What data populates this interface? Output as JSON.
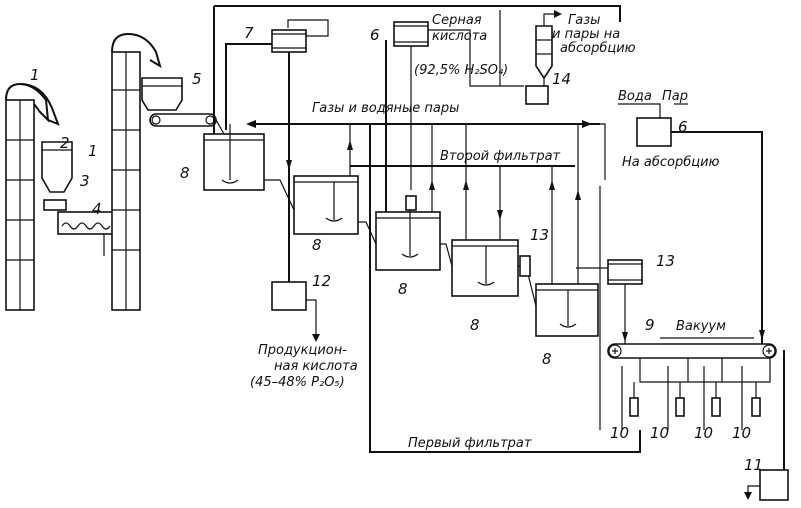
{
  "labels": {
    "gases_vapors": "Газы и водяные пары",
    "second_filtrate": "Второй фильтрат",
    "first_filtrate": "Первый фильтрат",
    "sulfuric_acid_1": "Серная",
    "sulfuric_acid_2": "кислота",
    "sulfuric_acid_3": "(92,5% H₂SO₄)",
    "gases_absorption_1": "Газы",
    "gases_absorption_2": "и пары на",
    "gases_absorption_3": "абсорбцию",
    "water": "Вода",
    "steam": "Пар",
    "to_absorption": "На абсорбцию",
    "product_acid_1": "Продукцион-",
    "product_acid_2": "ная кислота",
    "product_acid_3": "(45–48% P₂O₅)",
    "vacuum": "Вакуум"
  },
  "numbers": {
    "n1": "1",
    "n2": "2",
    "n3": "3",
    "n4": "4",
    "n5": "5",
    "n6": "6",
    "n7": "7",
    "n8": "8",
    "n9": "9",
    "n10": "10",
    "n11": "11",
    "n12": "12",
    "n13": "13",
    "n14": "14"
  }
}
